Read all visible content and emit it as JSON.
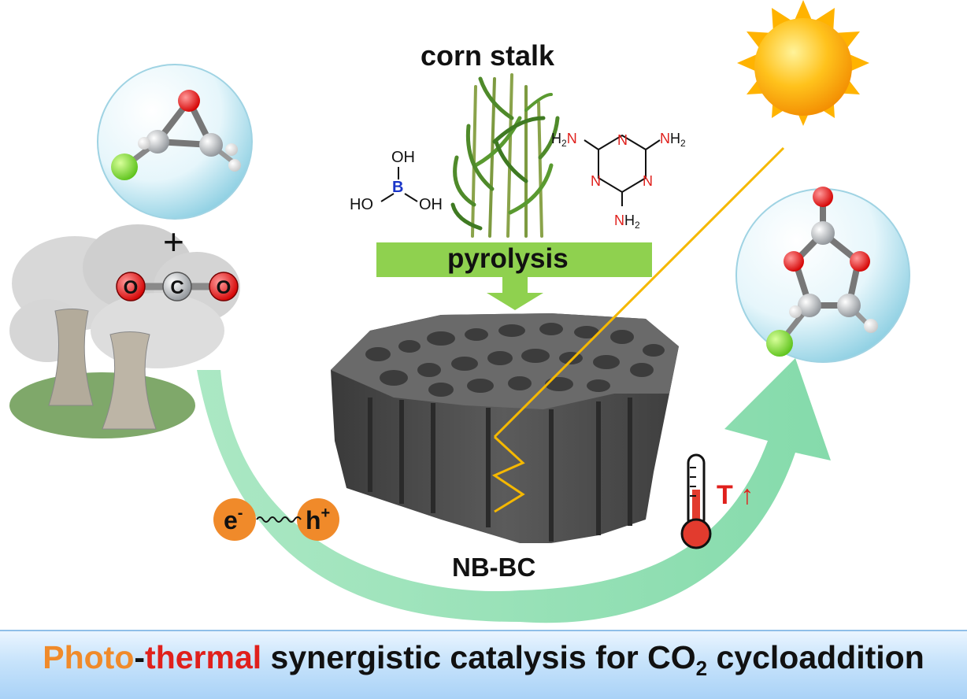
{
  "title": "corn stalk",
  "step_label": "pyrolysis",
  "material_label": "NB-BC",
  "plus_sign": "+",
  "temperature_label": "T ↑",
  "co2_atoms": {
    "left": "O",
    "center": "C",
    "right": "O"
  },
  "carrier_labels": {
    "electron": "e",
    "electron_sup": "-",
    "hole": "h",
    "hole_sup": "+"
  },
  "boric_acid": {
    "top": "OH",
    "center": "B",
    "left": "HO",
    "right": "OH"
  },
  "melamine": {
    "amine": "NH",
    "amine_sub": "2",
    "ring_atom": "N",
    "left_amine": "H₂N"
  },
  "banner": {
    "part_photo": "Photo",
    "dash": "-",
    "part_thermal": "thermal",
    "part_rest": " synergistic catalysis for CO",
    "co2_sub": "2",
    "part_end": " cycloaddition"
  },
  "colors": {
    "arrow_green": "#79d9a3",
    "pyrolysis_green": "#8fd14f",
    "banner_blue": "#bfe0fa",
    "photo_orange": "#f08a2a",
    "thermal_red": "#e0201c",
    "sun_ray": "#f5b800",
    "carrier_orange": "#f08a2a"
  }
}
